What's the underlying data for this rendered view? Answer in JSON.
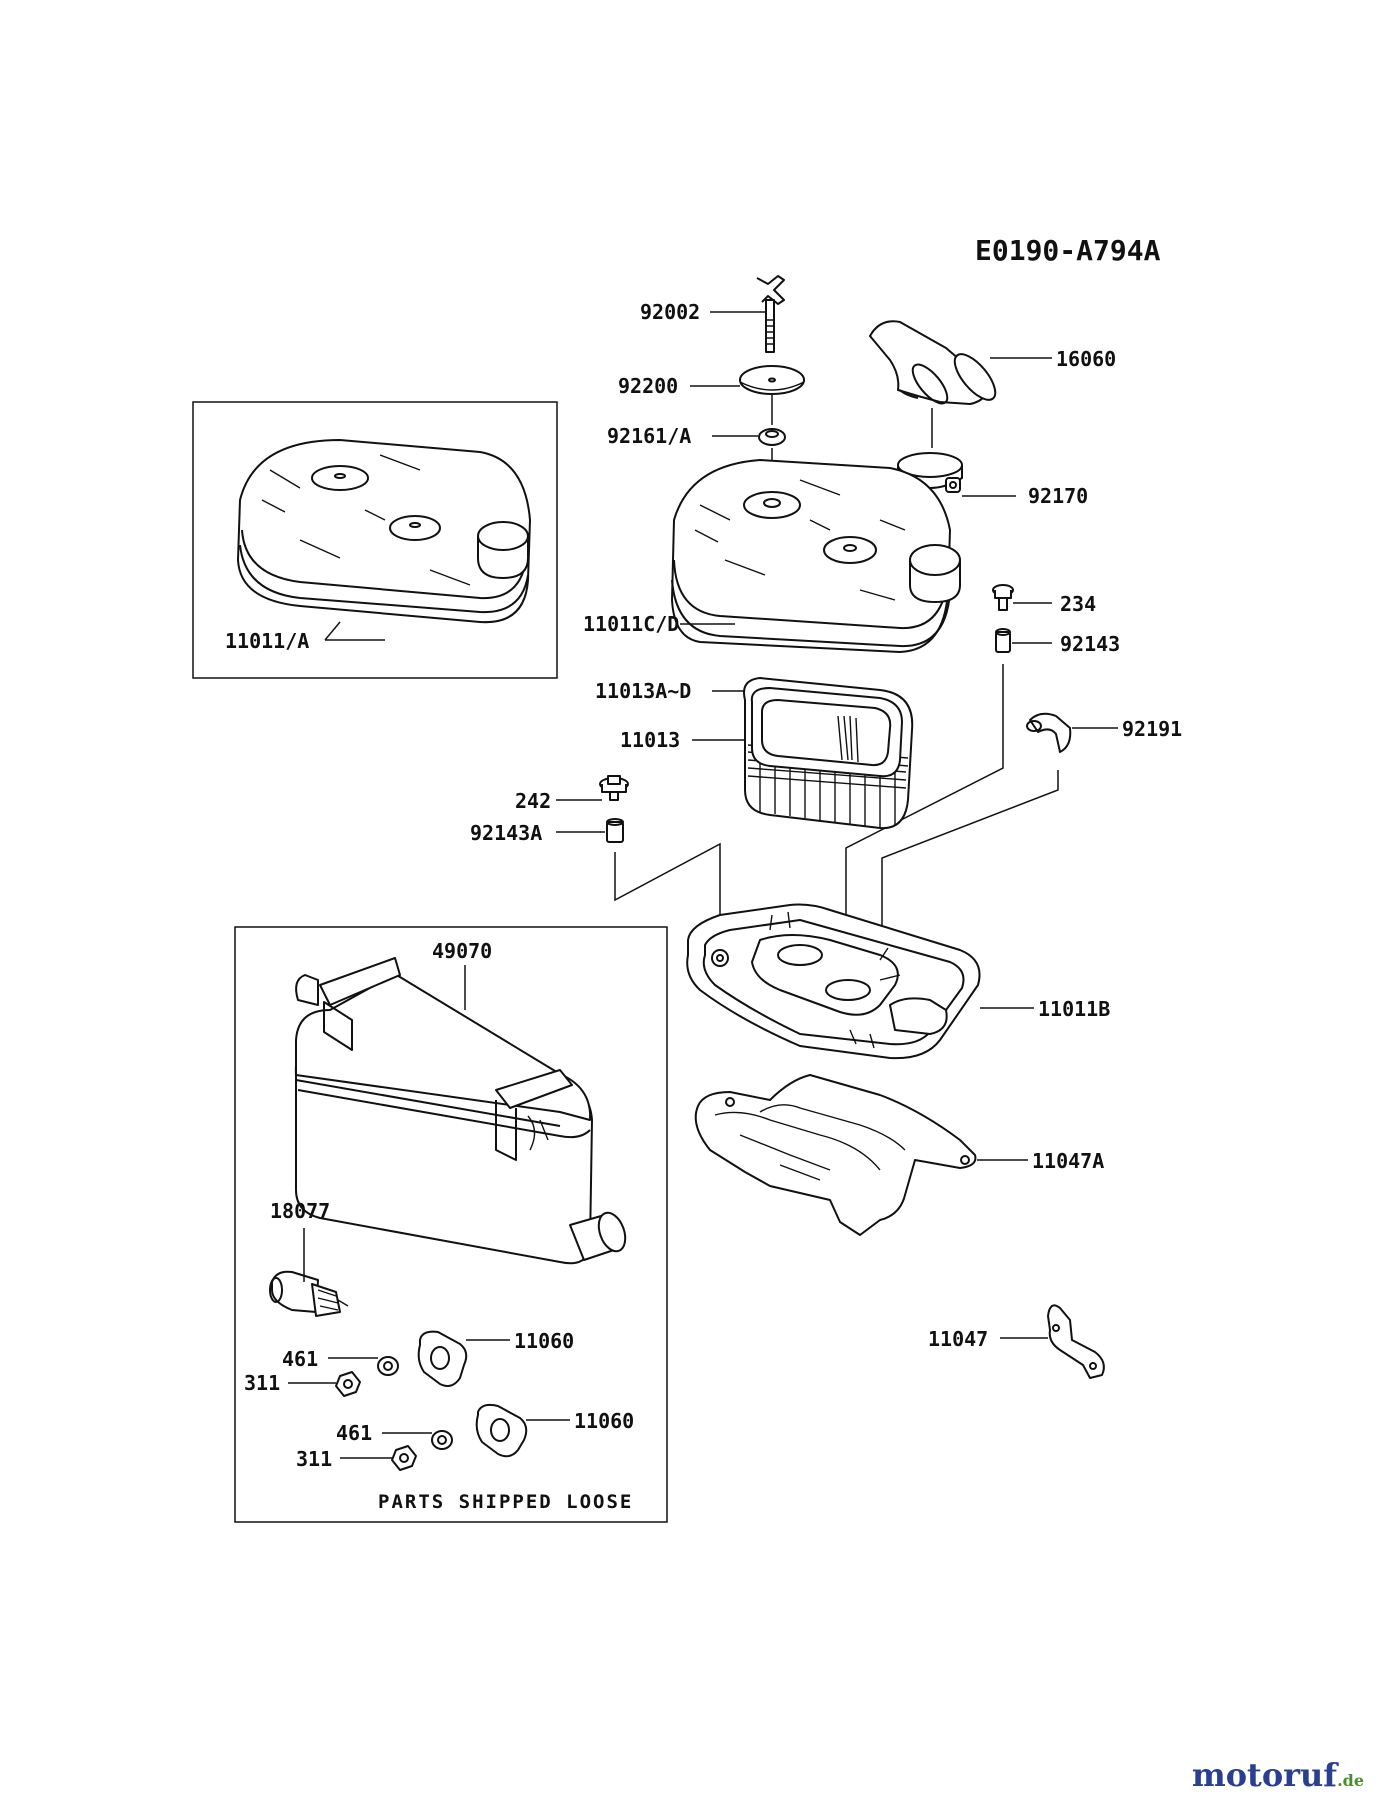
{
  "diagram_code": "E0190-A794A",
  "note_parts_loose": "PARTS SHIPPED LOOSE",
  "watermark": {
    "main": "motoruf",
    "suffix": ".de",
    "color": "#2a3f8f",
    "accent": "#4a8f2a"
  },
  "labels": {
    "p92002": "92002",
    "p92200": "92200",
    "p92161": "92161/A",
    "p16060": "16060",
    "p92170": "92170",
    "p11011a": "11011/A",
    "p11011cd": "11011C/D",
    "p234": "234",
    "p92143": "92143",
    "p11013ad": "11013A~D",
    "p11013": "11013",
    "p92191": "92191",
    "p242": "242",
    "p92143a": "92143A",
    "p49070": "49070",
    "p11011b": "11011B",
    "p11047a": "11047A",
    "p18077": "18077",
    "p461a": "461",
    "p11060a": "11060",
    "p311a": "311",
    "p461b": "461",
    "p11060b": "11060",
    "p311b": "311",
    "p11047": "11047"
  }
}
